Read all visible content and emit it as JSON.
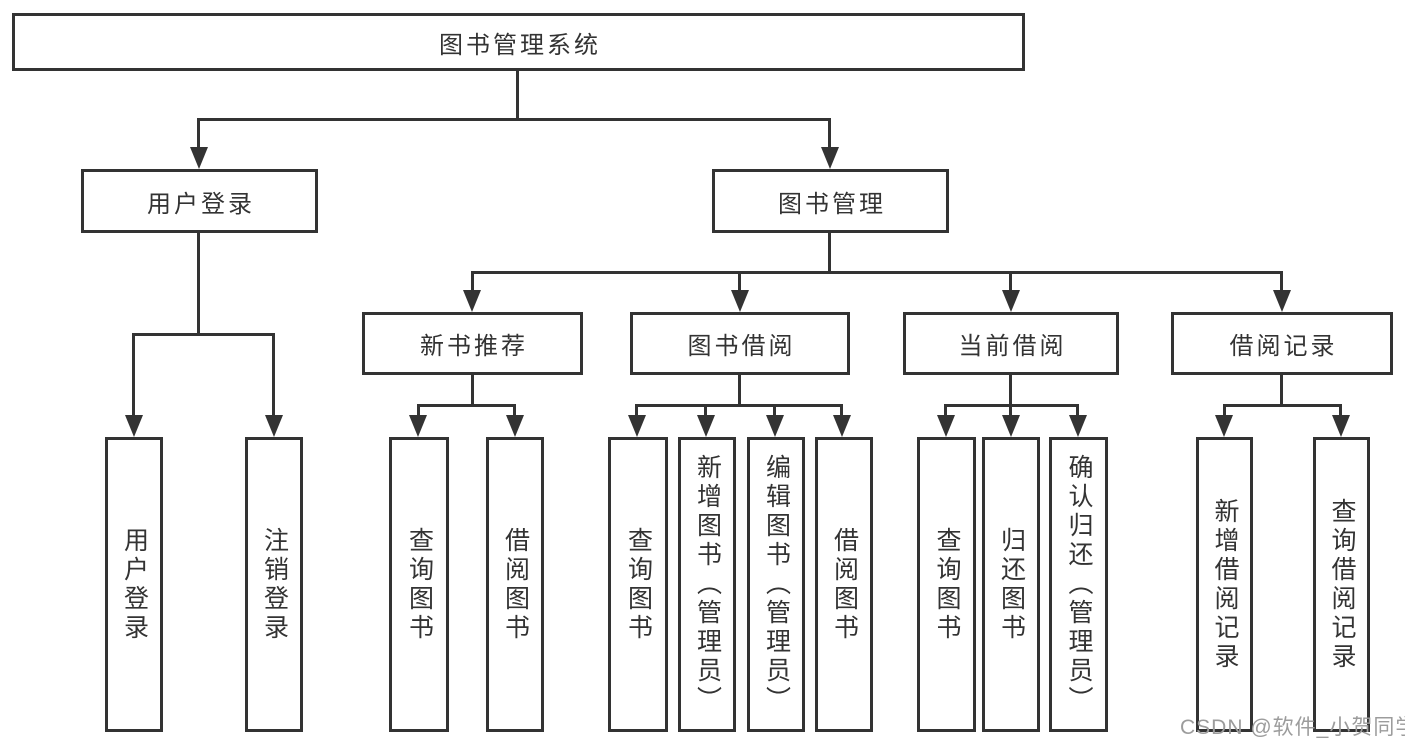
{
  "watermark": "CSDN @软件_小贺同学",
  "colors": {
    "line": "#333333",
    "box_border": "#333333",
    "box_fill": "#ffffff",
    "background": "#ffffff",
    "text": "#333333",
    "watermark_text": "#9c9c9c"
  },
  "tree": {
    "label": "图书管理系统",
    "children": [
      {
        "label": "用户登录",
        "children": [
          {
            "label": "用户登录"
          },
          {
            "label": "注销登录"
          }
        ]
      },
      {
        "label": "图书管理",
        "children": [
          {
            "label": "新书推荐",
            "children": [
              {
                "label": "查询图书"
              },
              {
                "label": "借阅图书"
              }
            ]
          },
          {
            "label": "图书借阅",
            "children": [
              {
                "label": "查询图书"
              },
              {
                "label": "新增图书（管理员）"
              },
              {
                "label": "编辑图书（管理员）"
              },
              {
                "label": "借阅图书"
              }
            ]
          },
          {
            "label": "当前借阅",
            "children": [
              {
                "label": "查询图书"
              },
              {
                "label": "归还图书"
              },
              {
                "label": "确认归还（管理员）"
              }
            ]
          },
          {
            "label": "借阅记录",
            "children": [
              {
                "label": "新增借阅记录"
              },
              {
                "label": "查询借阅记录"
              }
            ]
          }
        ]
      }
    ]
  }
}
